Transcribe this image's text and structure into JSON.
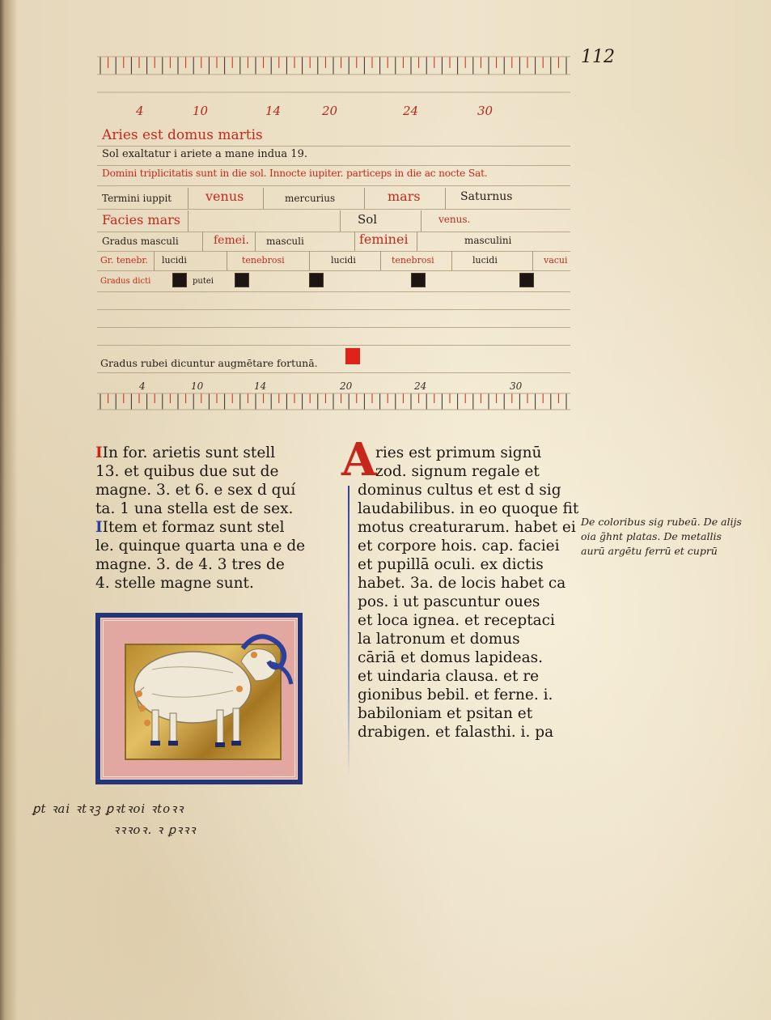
{
  "folio": "112",
  "table": {
    "top_scale_numbers": [
      "4",
      "10",
      "14",
      "20",
      "24",
      "30"
    ],
    "rows": [
      {
        "id": "title",
        "cells": [
          {
            "text": "Aries est domus martis",
            "color": "red"
          }
        ]
      },
      {
        "id": "exaltation",
        "cells": [
          {
            "text": "Sol exaltatur i ariete a mane indua 19.",
            "color": "dark"
          }
        ]
      },
      {
        "id": "triplicity",
        "cells": [
          {
            "text": "Domini triplicitatis sunt in die sol. Innocte iupiter. particeps in die ac nocte Sat.",
            "color": "red"
          }
        ]
      },
      {
        "id": "terms",
        "cells": [
          {
            "text": "Termini iuppit",
            "color": "dark"
          },
          {
            "text": "venus",
            "color": "red"
          },
          {
            "text": "mercurius",
            "color": "dark"
          },
          {
            "text": "mars",
            "color": "red"
          },
          {
            "text": "Saturnus",
            "color": "dark"
          }
        ]
      },
      {
        "id": "faces",
        "cells": [
          {
            "text": "Facies mars",
            "color": "red"
          },
          {
            "text": "Sol",
            "color": "dark"
          },
          {
            "text": "venus.",
            "color": "red"
          }
        ]
      },
      {
        "id": "gender",
        "cells": [
          {
            "text": "Gradus masculi",
            "color": "dark"
          },
          {
            "text": "femei.",
            "color": "red"
          },
          {
            "text": "masculi",
            "color": "dark"
          },
          {
            "text": "feminei",
            "color": "red"
          },
          {
            "text": "masculini",
            "color": "dark"
          }
        ]
      },
      {
        "id": "light",
        "cells": [
          {
            "text": "Gr. tenebr.",
            "color": "red"
          },
          {
            "text": "lucidi",
            "color": "dark"
          },
          {
            "text": "tenebrosi",
            "color": "red"
          },
          {
            "text": "lucidi",
            "color": "dark"
          },
          {
            "text": "tenebrosi",
            "color": "red"
          },
          {
            "text": "lucidi",
            "color": "dark"
          },
          {
            "text": "vacui",
            "color": "red"
          }
        ]
      },
      {
        "id": "puteal",
        "cells": [
          {
            "text": "Gradus dicti",
            "color": "red"
          },
          {
            "text": "putei",
            "color": "dark"
          }
        ]
      }
    ],
    "red_degrees_note": "Gradus rubei dicuntur augmētare fortunā.",
    "bottom_scale_numbers": [
      "4",
      "10",
      "14",
      "20",
      "24",
      "30"
    ]
  },
  "left_column": {
    "lines": [
      "In for. arietis sunt stell",
      "13. et quibus due sut de",
      "magne. 3. et 6. e sex d quí",
      "ta. 1 una stella est de sex.",
      "Item et formaz sunt stel",
      "le. quinque quarta una e de",
      "magne. 3. de 4. 3 tres de",
      "4. stelle magne sunt."
    ]
  },
  "right_column": {
    "initial": "A",
    "lines": [
      "ries est primum signū",
      "zod. signum regale et",
      "dominus cultus et est d sig",
      "laudabilibus. in eo quoque fit",
      "motus creaturarum. habet ei",
      "et corpore hois. cap. faciei",
      "et pupillā oculi. ex dictis",
      "habet. 3a. de locis habet ca",
      "pos. i ut pascuntur oues",
      "et loca ignea. et receptaci",
      "la latronum et domus",
      "cāriā et domus lapideas.",
      "et uindaria clausa. et re",
      "gionibus bebil. et ferne. i.",
      "babiloniam et psitan et",
      "drabigen. et falasthi. i. pa"
    ]
  },
  "margin_note": {
    "lines": [
      "De coloribus sig rubeū. De alijs",
      "oia g̃hnt platas. De metallis",
      "aurū argētu ferrū et cuprū"
    ]
  },
  "bottom_note": {
    "lines": [
      "ꝑt ꝛai ꝛtꝛꝫ ꝑꝛtꝛoi ꝛtoꝛꝛ",
      "ꝛꝛꝛoꝛ. ꝛ ꝑꝛꝛꝛ"
    ]
  },
  "colors": {
    "rubric": "#c42a1c",
    "ink": "#2a2018",
    "frame_blue": "#26347a",
    "gold": "#d6b04e",
    "parchment": "#e9dcc0"
  }
}
